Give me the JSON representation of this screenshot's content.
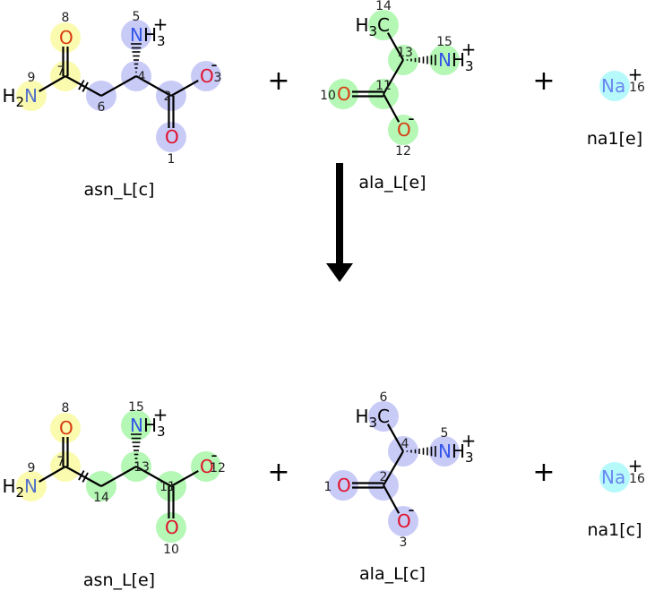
{
  "colors": {
    "blue": "#c9cbf7",
    "yellow": "#fbfbb0",
    "green": "#b5f7b5",
    "cyan": "#b5f9fb",
    "O": "#e0102a",
    "O_alt": "#d83a10",
    "N": "#3355e8",
    "N_alt": "#5470c8",
    "Na": "#6a86f0"
  },
  "reaction": {
    "plus_sign": "+",
    "reactants": [
      {
        "name": "asn_L[c]",
        "atoms": [
          {
            "sym": "O",
            "index": "8",
            "hl": "yellow"
          },
          {
            "sym": "",
            "index": "7",
            "hl": "yellow"
          },
          {
            "sym": "N",
            "h": "H2",
            "hside": "left",
            "index": "9",
            "hl": "yellow"
          },
          {
            "sym": "",
            "index": "6",
            "hl": "blue"
          },
          {
            "sym": "",
            "index": "4",
            "hl": "blue"
          },
          {
            "sym": "N",
            "h": "H3",
            "hside": "right",
            "charge": "+",
            "index": "5",
            "hl": "blue"
          },
          {
            "sym": "",
            "index": "2",
            "hl": "blue"
          },
          {
            "sym": "O",
            "charge": "-",
            "index": "3",
            "hl": "blue"
          },
          {
            "sym": "O",
            "index": "1",
            "hl": "blue"
          }
        ]
      },
      {
        "name": "ala_L[e]",
        "atoms": [
          {
            "sym": "C",
            "h": "H3",
            "hside": "left",
            "index": "14",
            "hl": "green"
          },
          {
            "sym": "",
            "index": "13",
            "hl": "green"
          },
          {
            "sym": "N",
            "h": "H3",
            "hside": "right",
            "charge": "+",
            "index": "15",
            "hl": "green"
          },
          {
            "sym": "",
            "index": "11",
            "hl": "green"
          },
          {
            "sym": "O",
            "index": "10",
            "hl": "green"
          },
          {
            "sym": "O",
            "charge": "-",
            "index": "12",
            "hl": "green"
          }
        ]
      },
      {
        "name": "na1[e]",
        "atoms": [
          {
            "sym": "Na",
            "charge": "+",
            "index": "16",
            "hl": "cyan"
          }
        ]
      }
    ],
    "products": [
      {
        "name": "asn_L[e]",
        "atoms": [
          {
            "sym": "O",
            "index": "8",
            "hl": "yellow"
          },
          {
            "sym": "",
            "index": "7",
            "hl": "yellow"
          },
          {
            "sym": "N",
            "h": "H2",
            "hside": "left",
            "index": "9",
            "hl": "yellow"
          },
          {
            "sym": "",
            "index": "14",
            "hl": "green"
          },
          {
            "sym": "",
            "index": "13",
            "hl": "green"
          },
          {
            "sym": "N",
            "h": "H3",
            "hside": "right",
            "charge": "+",
            "index": "15",
            "hl": "green"
          },
          {
            "sym": "",
            "index": "11",
            "hl": "green"
          },
          {
            "sym": "O",
            "charge": "-",
            "index": "12",
            "hl": "green"
          },
          {
            "sym": "O",
            "index": "10",
            "hl": "green"
          }
        ]
      },
      {
        "name": "ala_L[c]",
        "atoms": [
          {
            "sym": "C",
            "h": "H3",
            "hside": "left",
            "index": "6",
            "hl": "blue"
          },
          {
            "sym": "",
            "index": "4",
            "hl": "blue"
          },
          {
            "sym": "N",
            "h": "H3",
            "hside": "right",
            "charge": "+",
            "index": "5",
            "hl": "blue"
          },
          {
            "sym": "",
            "index": "2",
            "hl": "blue"
          },
          {
            "sym": "O",
            "index": "1",
            "hl": "blue"
          },
          {
            "sym": "O",
            "charge": "-",
            "index": "3",
            "hl": "blue"
          }
        ]
      },
      {
        "name": "na1[c]",
        "atoms": [
          {
            "sym": "Na",
            "charge": "+",
            "index": "16",
            "hl": "cyan"
          }
        ]
      }
    ]
  }
}
